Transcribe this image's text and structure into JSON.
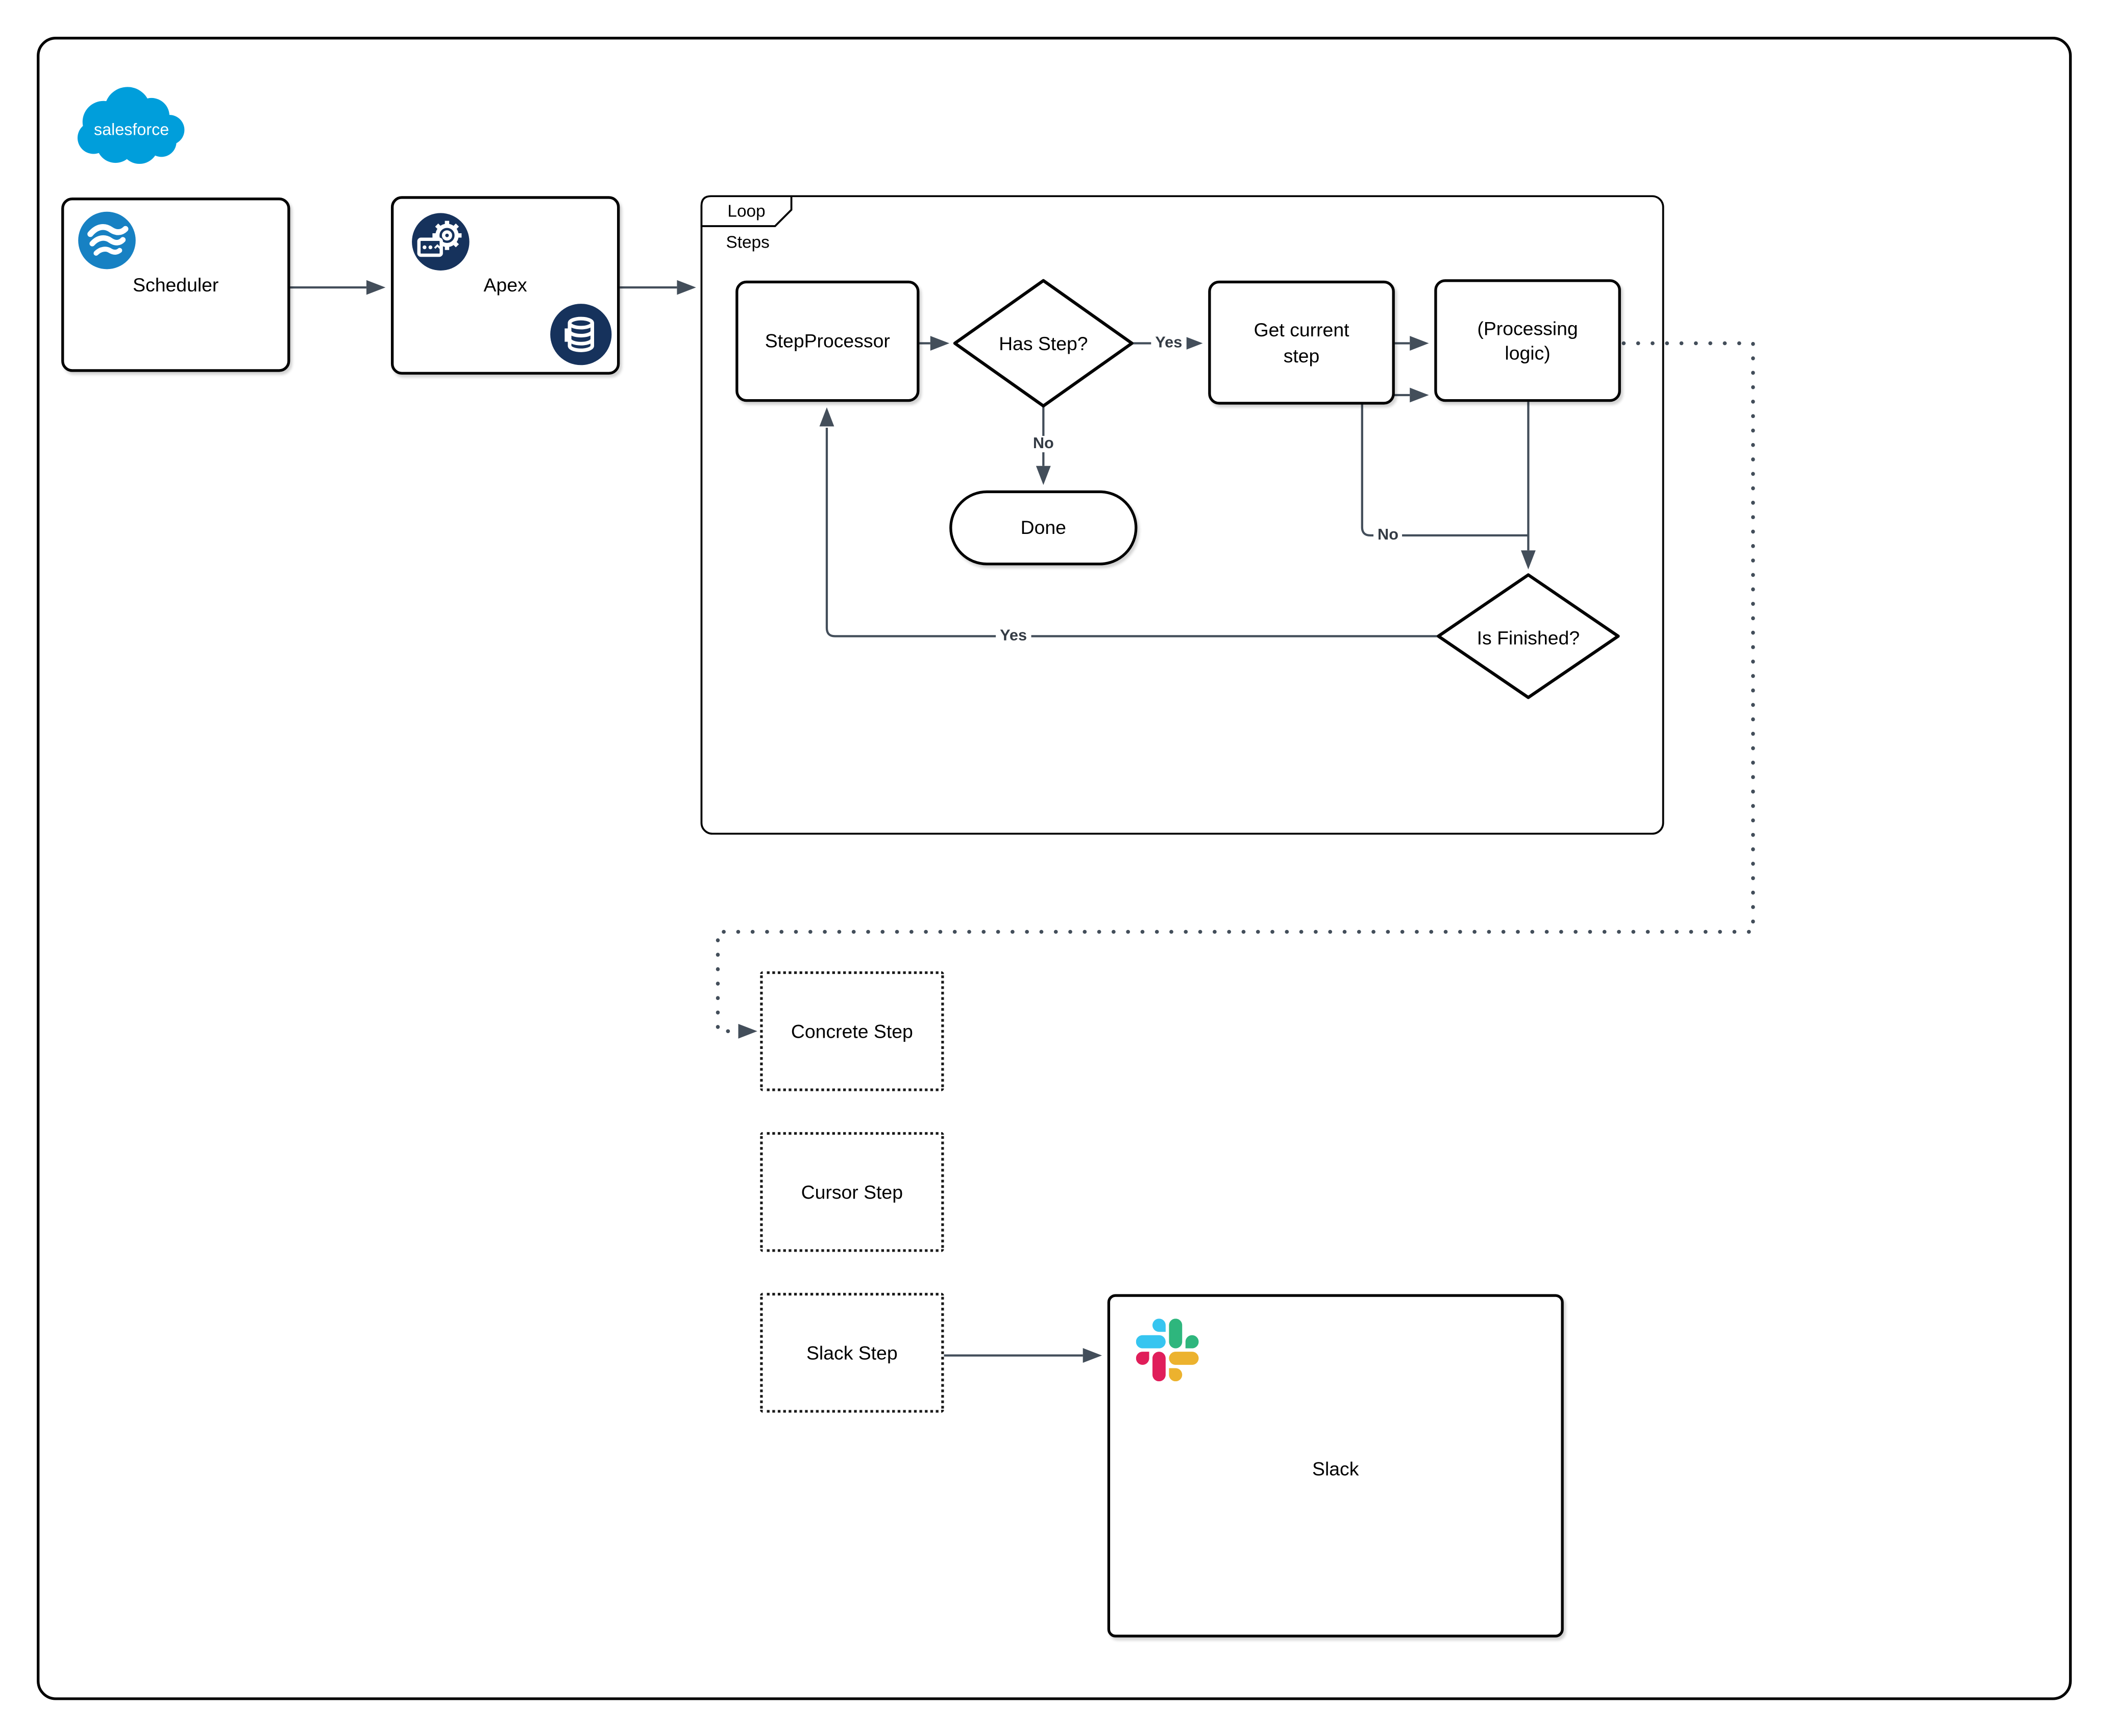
{
  "brand": {
    "salesforce_wordmark": "salesforce"
  },
  "nodes": {
    "scheduler": {
      "label": "Scheduler"
    },
    "apex": {
      "label": "Apex"
    },
    "loop_container": {
      "tab_label": "Loop",
      "sublabel": "Steps"
    },
    "step_processor": {
      "label": "StepProcessor"
    },
    "has_step": {
      "label": "Has Step?"
    },
    "get_current_step": {
      "label": "Get current step"
    },
    "processing_logic": {
      "label": "(Processing logic)"
    },
    "done": {
      "label": "Done"
    },
    "is_finished": {
      "label": "Is Finished?"
    },
    "concrete_step": {
      "label": "Concrete Step"
    },
    "cursor_step": {
      "label": "Cursor Step"
    },
    "slack_step": {
      "label": "Slack Step"
    },
    "slack": {
      "label": "Slack"
    }
  },
  "edge_labels": {
    "has_step_yes": "Yes",
    "has_step_no": "No",
    "is_finished_yes": "Yes",
    "is_finished_no": "No"
  },
  "icons": [
    "salesforce-cloud-icon",
    "scheduler-waves-icon",
    "apex-gear-icon",
    "database-icon",
    "slack-logo-icon"
  ],
  "colors": {
    "connector": "#434e5a",
    "node_border": "#000000",
    "salesforce_blue": "#009EDB",
    "scheduler_blue": "#1781c3",
    "navy": "#16325c",
    "slack_blue": "#36C5F0",
    "slack_green": "#2EB67D",
    "slack_yellow": "#ECB22E",
    "slack_red": "#E01E5A"
  }
}
